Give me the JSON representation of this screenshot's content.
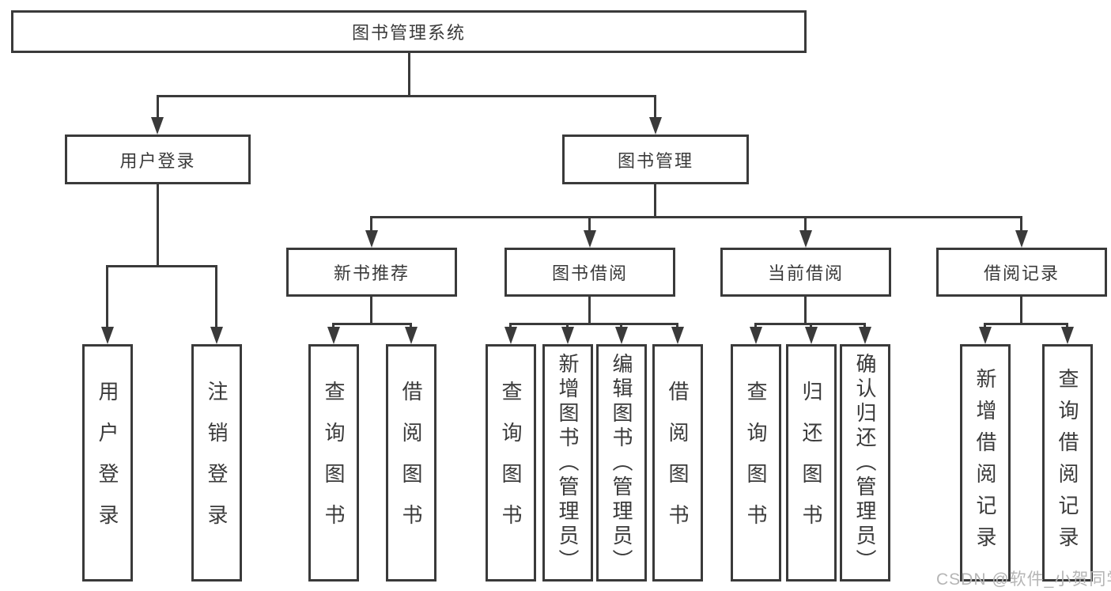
{
  "tree": {
    "root": {
      "label": "图书管理系统"
    },
    "branches": [
      {
        "label": "用户登录",
        "children": [
          {
            "label": "用户登录"
          },
          {
            "label": "注销登录"
          }
        ]
      },
      {
        "label": "图书管理",
        "children": [
          {
            "label": "新书推荐",
            "children": [
              {
                "label": "查询图书"
              },
              {
                "label": "借阅图书"
              }
            ]
          },
          {
            "label": "图书借阅",
            "children": [
              {
                "label": "查询图书"
              },
              {
                "label": "新增图书（管理员）"
              },
              {
                "label": "编辑图书（管理员）"
              },
              {
                "label": "借阅图书"
              }
            ]
          },
          {
            "label": "当前借阅",
            "children": [
              {
                "label": "查询图书"
              },
              {
                "label": "归还图书"
              },
              {
                "label": "确认归还（管理员）"
              }
            ]
          },
          {
            "label": "借阅记录",
            "children": [
              {
                "label": "新增借阅记录"
              },
              {
                "label": "查询借阅记录"
              }
            ]
          }
        ]
      }
    ]
  },
  "watermark": {
    "text": "CSDN @软件_小贺同学"
  },
  "colors": {
    "line_and_border": "#3a3a3a",
    "text": "#3a3a3a",
    "background": "#ffffff",
    "watermark_text": "#b5b5b5"
  }
}
